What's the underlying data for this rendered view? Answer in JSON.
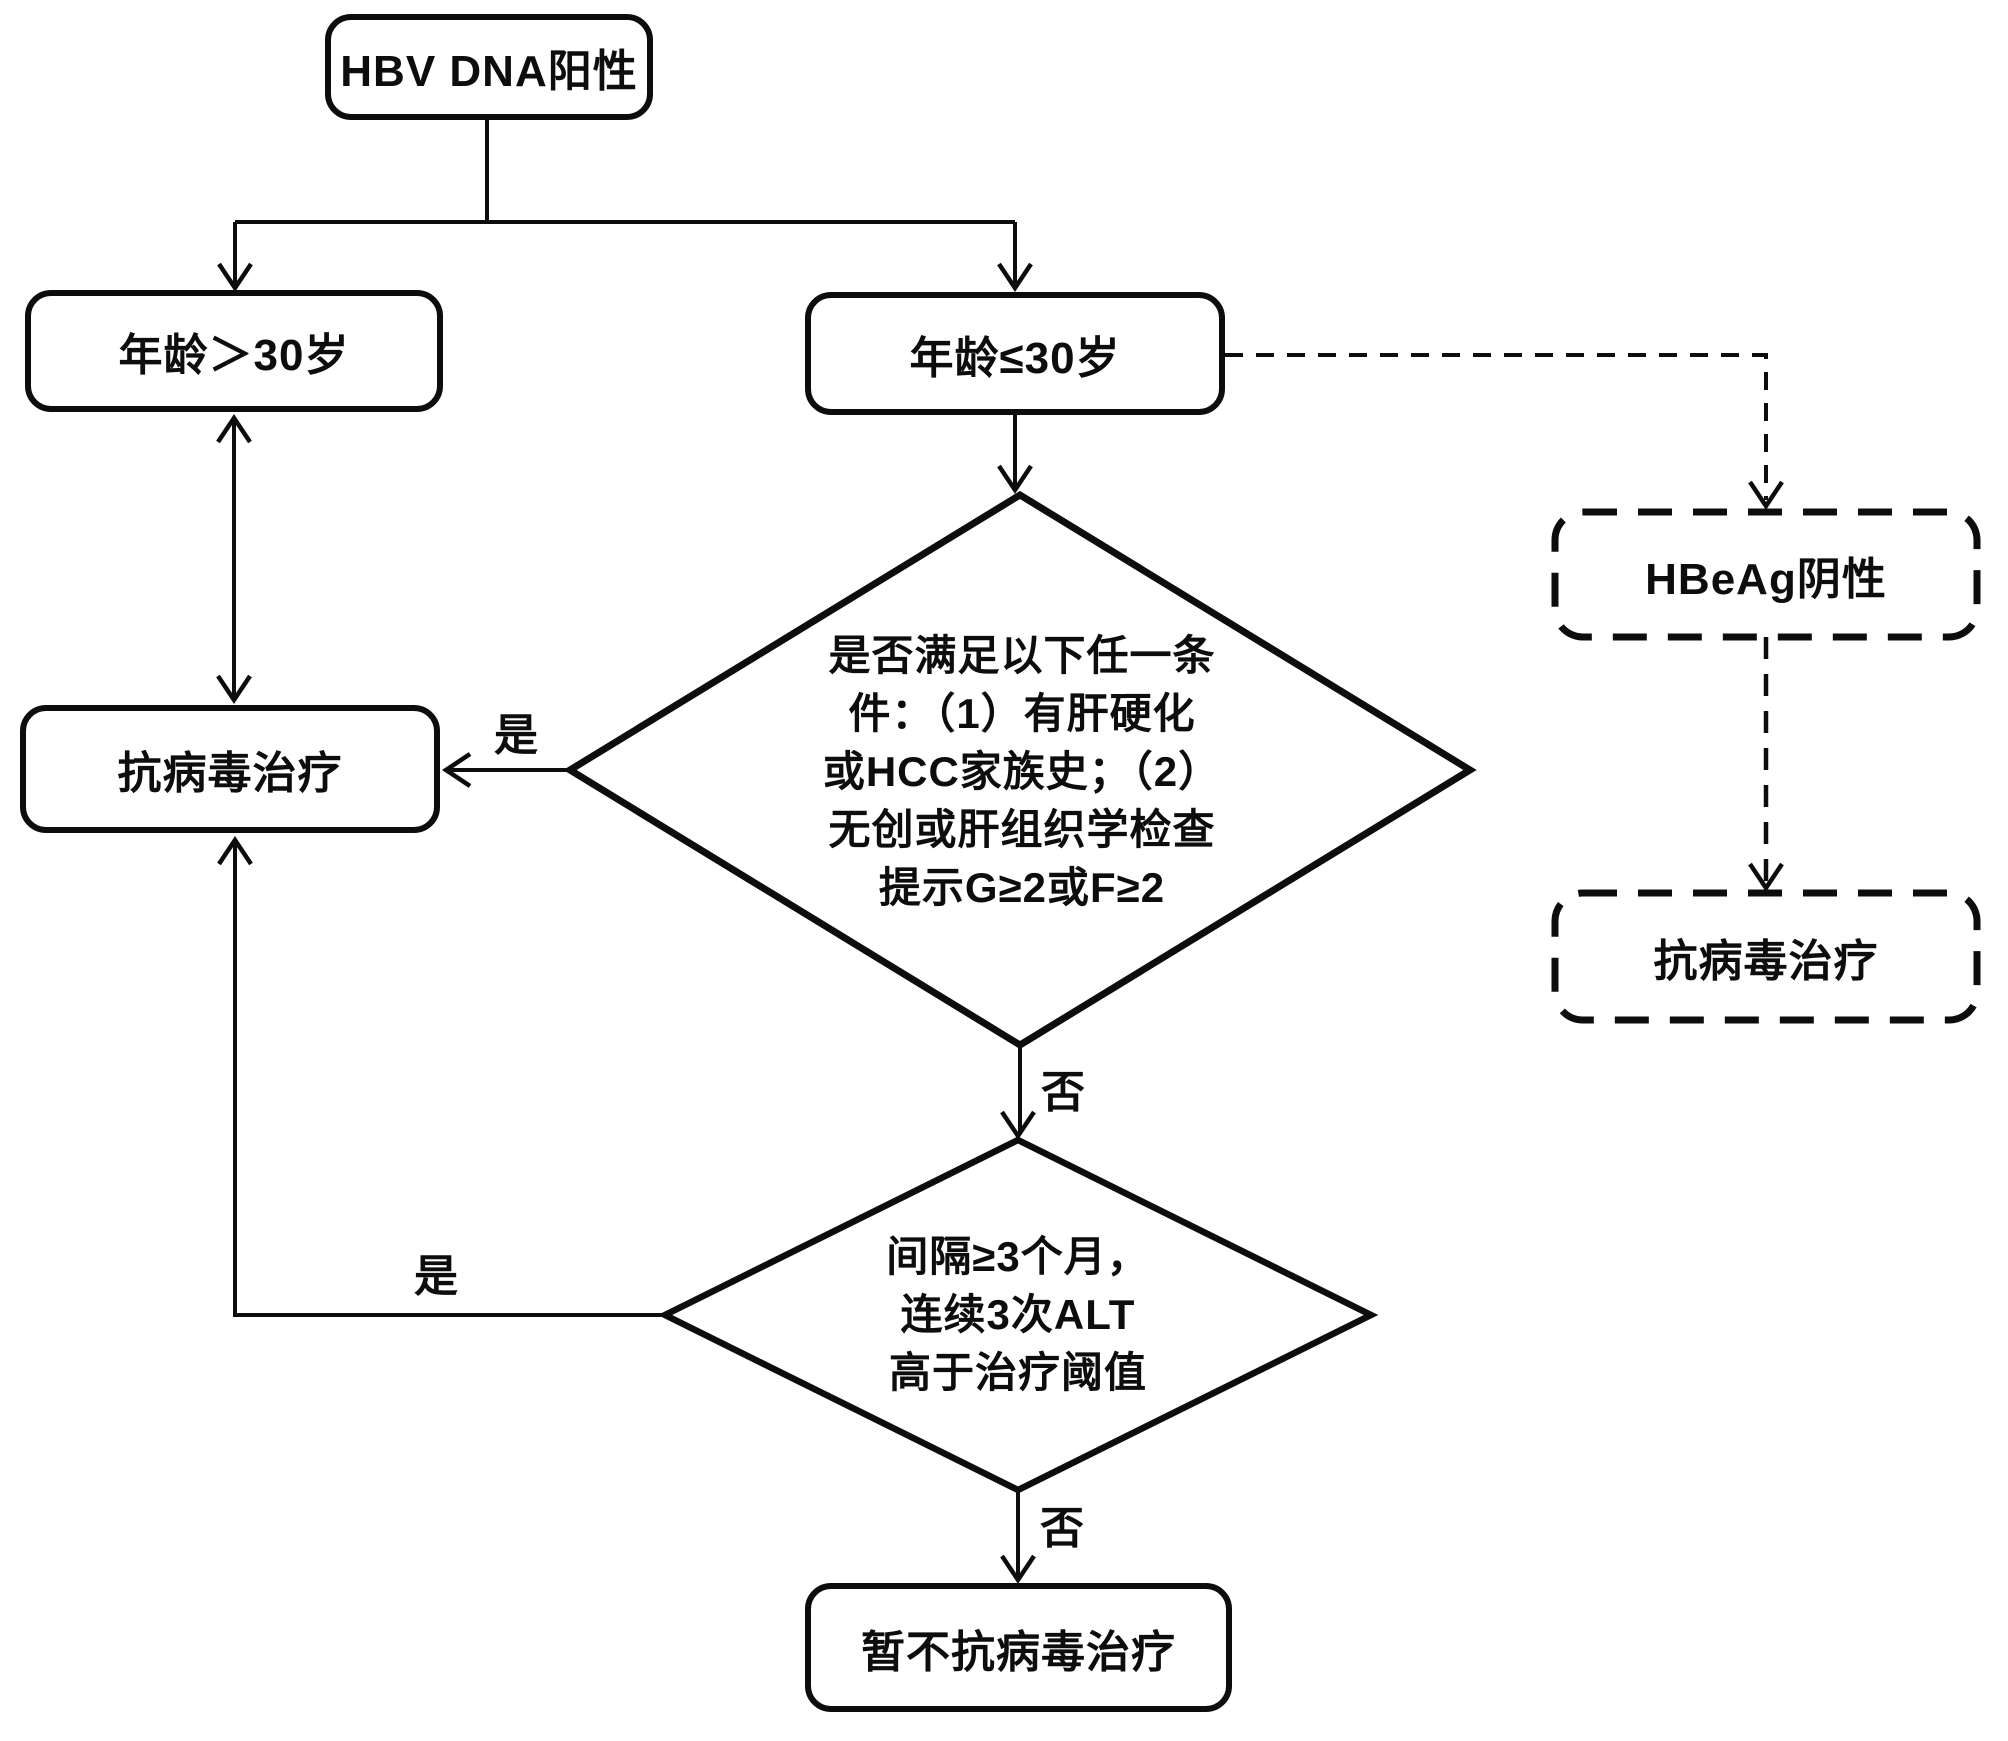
{
  "diagram": {
    "type": "flowchart",
    "language": "zh-CN",
    "nodes": {
      "hbv": {
        "label": "HBV DNA阳性",
        "shape": "rounded-rect",
        "style": "solid"
      },
      "age_gt30": {
        "label": "年龄＞30岁",
        "shape": "rounded-rect",
        "style": "solid"
      },
      "age_le30": {
        "label": "年龄≤30岁",
        "shape": "rounded-rect",
        "style": "solid"
      },
      "antiviral": {
        "label": "抗病毒治疗",
        "shape": "rounded-rect",
        "style": "solid"
      },
      "condition_any": {
        "label": "是否满足以下任一条\n件：（1）有肝硬化\n或HCC家族史；（2）\n无创或肝组织学检查\n提示G≥2或F≥2",
        "shape": "diamond",
        "style": "solid"
      },
      "hbeag_negative": {
        "label": "HBeAg阴性",
        "shape": "rounded-rect",
        "style": "dashed"
      },
      "antiviral_dashed": {
        "label": "抗病毒治疗",
        "shape": "rounded-rect",
        "style": "dashed"
      },
      "condition_alt": {
        "label": "间隔≥3个月，\n连续3次ALT\n高于治疗阈值",
        "shape": "diamond",
        "style": "solid"
      },
      "no_antiviral": {
        "label": "暂不抗病毒治疗",
        "shape": "rounded-rect",
        "style": "solid"
      }
    },
    "edge_labels": {
      "condition_any_yes": "是",
      "condition_any_no": "否",
      "condition_alt_yes": "是",
      "condition_alt_no": "否"
    },
    "edges": [
      "HBV DNA阳性 -> 年龄＞30岁",
      "HBV DNA阳性 -> 年龄≤30岁",
      "年龄＞30岁 <-> 抗病毒治疗",
      "年龄≤30岁 -> 是否满足以下任一条件",
      "是否满足任一条件 -是-> 抗病毒治疗",
      "是否满足任一条件 -否-> 间隔≥3个月连续3次ALT高于治疗阈值",
      "间隔条件 -是-> 抗病毒治疗",
      "间隔条件 -否-> 暂不抗病毒治疗",
      "年龄≤30岁 -dashed-> HBeAg阴性",
      "HBeAg阴性 -dashed-> 抗病毒治疗"
    ],
    "colors": {
      "line": "#0d0d0d",
      "background": "#ffffff",
      "text": "#0d0d0d"
    }
  }
}
